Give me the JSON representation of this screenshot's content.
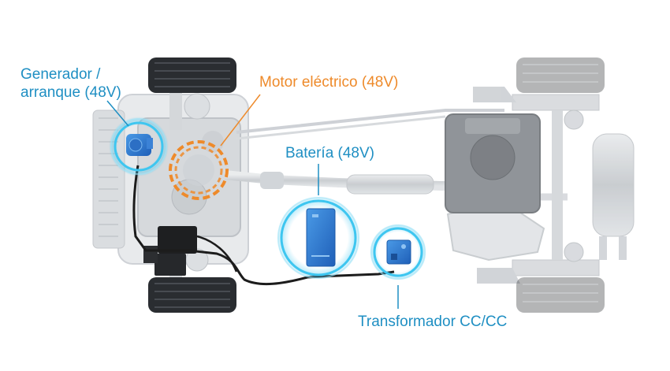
{
  "labels": {
    "generator": {
      "line1": "Generador /",
      "line2": "arranque (48V)"
    },
    "motor": "Motor eléctrico (48V)",
    "battery": "Batería (48V)",
    "transformer": "Transformador CC/CC"
  },
  "colors": {
    "label_blue": "#1f8fc3",
    "label_orange": "#ee8a2a",
    "component_blue": "#2f7fd6",
    "glow_cyan": "#3ec6f0",
    "chassis_gray": "#c9cdd2",
    "tire_dark": "#2a2d31",
    "cable_dark": "#1c1c1c"
  },
  "icons": [
    "wheel-icon",
    "generator-unit-icon",
    "battery-pack-icon",
    "dcdc-converter-icon",
    "exhaust-muffler-icon"
  ]
}
